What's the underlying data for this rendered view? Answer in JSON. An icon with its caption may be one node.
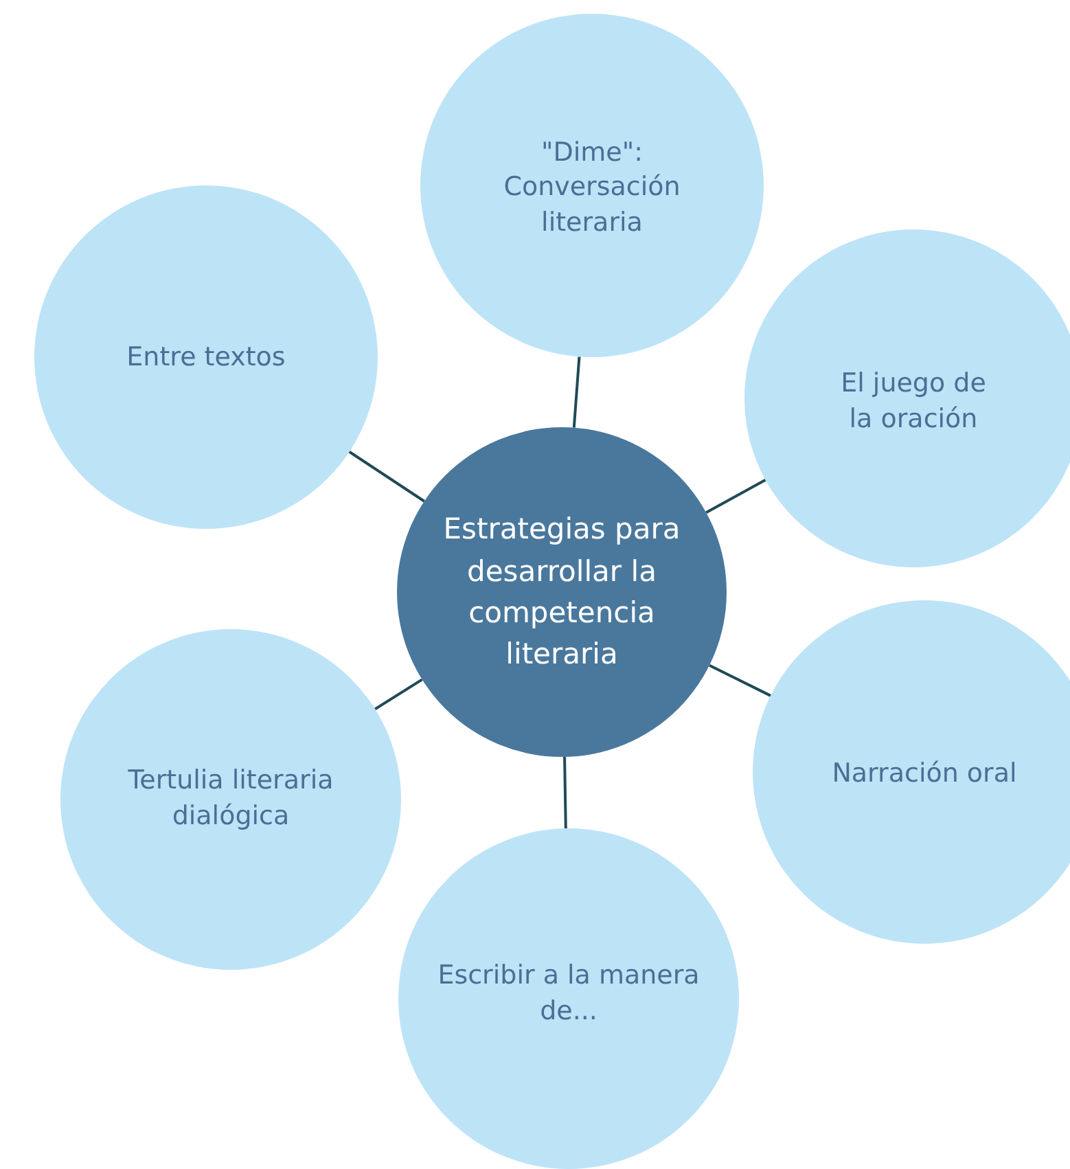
{
  "diagram": {
    "nodes": [
      {
        "text": [
          "Estrategias para desarrollar la competencia literaria"
        ]
      },
      {
        "text": [
          "\"Dime\": Conversación literaria"
        ]
      },
      {
        "text": [
          "Entre textos"
        ]
      },
      {
        "text": [
          "El juego de la oración"
        ]
      },
      {
        "text": [
          "Narración oral"
        ]
      },
      {
        "text": [
          "Tertulia literaria dialógica"
        ]
      },
      {
        "text": [
          "Escribir a la manera de..."
        ]
      }
    ],
    "edges": [
      {
        "from": 0,
        "to": 1,
        "arrow": "none"
      },
      {
        "from": 0,
        "to": 2,
        "arrow": "none"
      },
      {
        "from": 0,
        "to": 3,
        "arrow": "none"
      },
      {
        "from": 0,
        "to": 4,
        "arrow": "none"
      },
      {
        "from": 0,
        "to": 5,
        "arrow": "none"
      },
      {
        "from": 0,
        "to": 6,
        "arrow": "none"
      }
    ]
  }
}
